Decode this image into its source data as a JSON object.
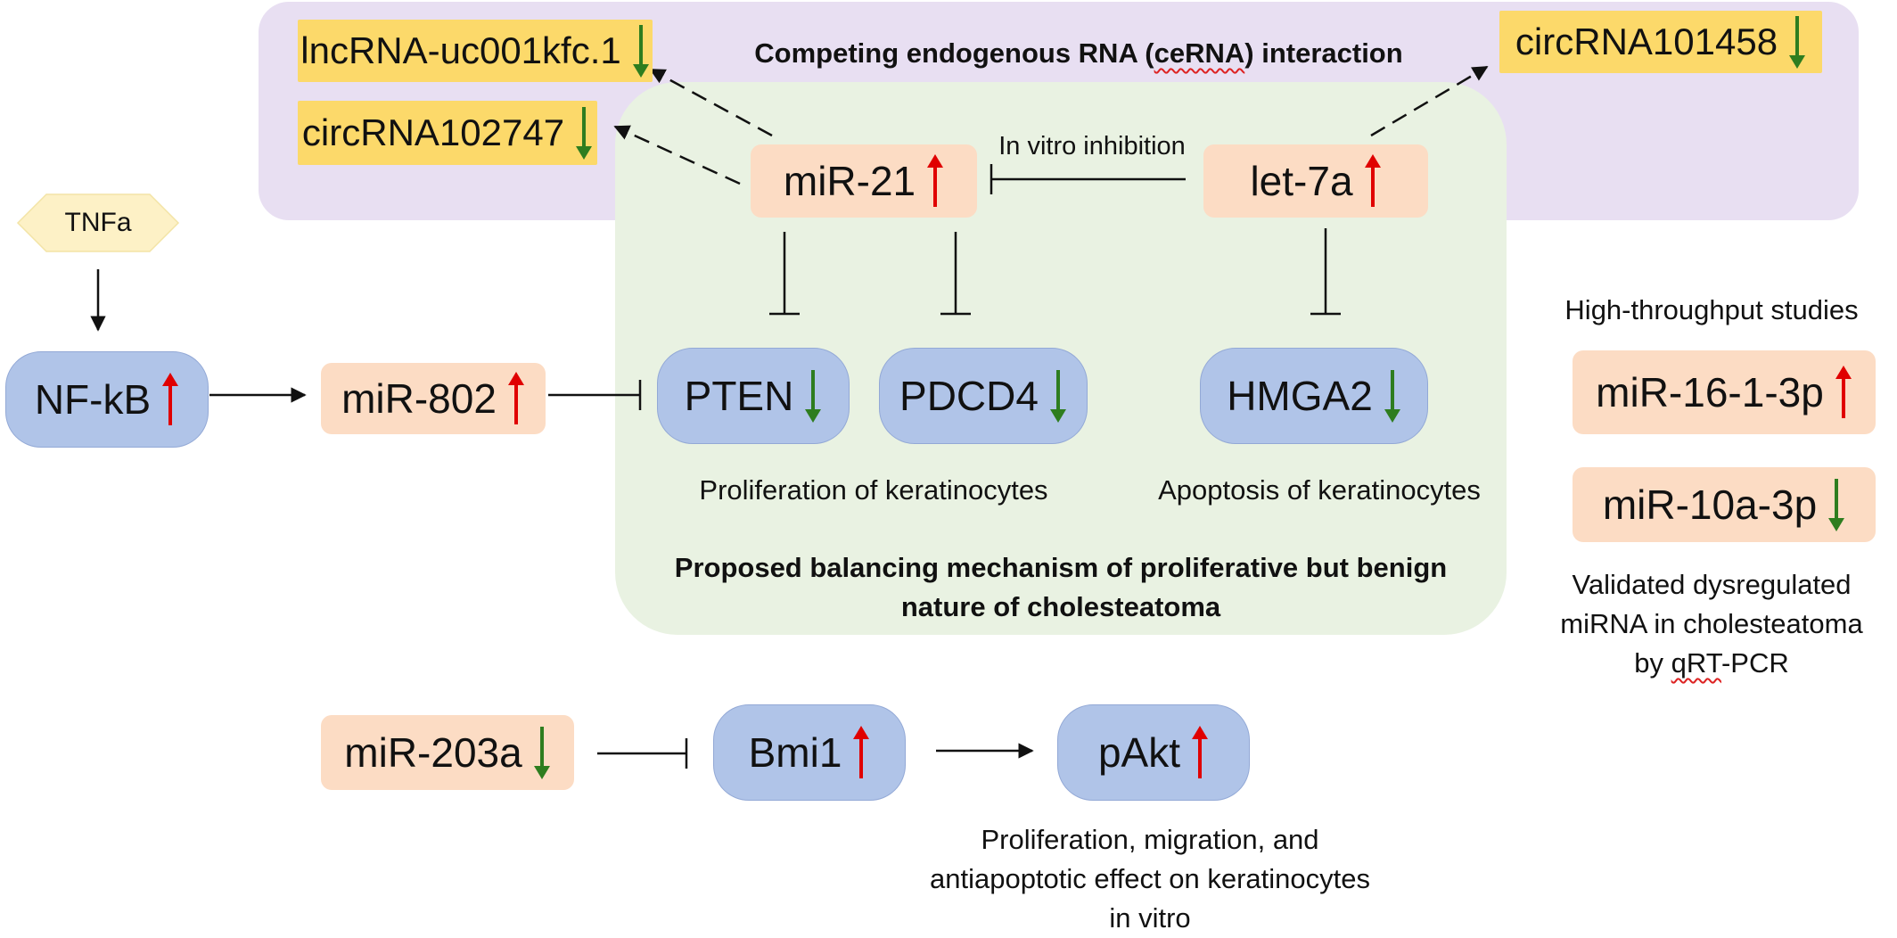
{
  "regions": {
    "cerna_title_before": "Competing endogenous RNA (",
    "cerna_title_mark": "ceRNA",
    "cerna_title_after": ") interaction",
    "balance_line1": "Proposed balancing mechanism of proliferative but benign",
    "balance_line2": "nature of cholesteatoma"
  },
  "nodes": {
    "tnfa": "TNFa",
    "nfkb": "NF-kB",
    "mir802": "miR-802",
    "mir21": "miR-21",
    "let7a": "let-7a",
    "pten": "PTEN",
    "pdcd4": "PDCD4",
    "hmga2": "HMGA2",
    "lncrna": "lncRNA-uc001kfc.1",
    "circ102747": "circRNA102747",
    "circ101458": "circRNA101458",
    "mir203a": "miR-203a",
    "bmi1": "Bmi1",
    "pakt": "pAkt",
    "mir16": "miR-16-1-3p",
    "mir10a": "miR-10a-3p"
  },
  "labels": {
    "in_vitro_inhibition": "In vitro inhibition",
    "proliferation_keratinocytes": "Proliferation of keratinocytes",
    "apoptosis_keratinocytes": "Apoptosis of keratinocytes",
    "high_throughput": "High-throughput studies",
    "validated_line1": "Validated dysregulated",
    "validated_line2": "miRNA in cholesteatoma",
    "validated_line3_pre": "by ",
    "validated_line3_mark": "qRT",
    "validated_line3_post": "-PCR",
    "bottom_line1": "Proliferation, migration, and",
    "bottom_line2": "antiapoptotic effect on keratinocytes",
    "bottom_line3": "in vitro"
  },
  "colors": {
    "up_arrow": "#e00000",
    "down_arrow": "#2e7d1f",
    "mirna_box": "#fcdcc4",
    "protein_box": "#b0c4e8",
    "rna_box": "#fcd96a",
    "cerna_region": "#e8dff2",
    "balance_region": "#e9f2e2",
    "tnfa_hexagon": "#fdf1c6"
  }
}
